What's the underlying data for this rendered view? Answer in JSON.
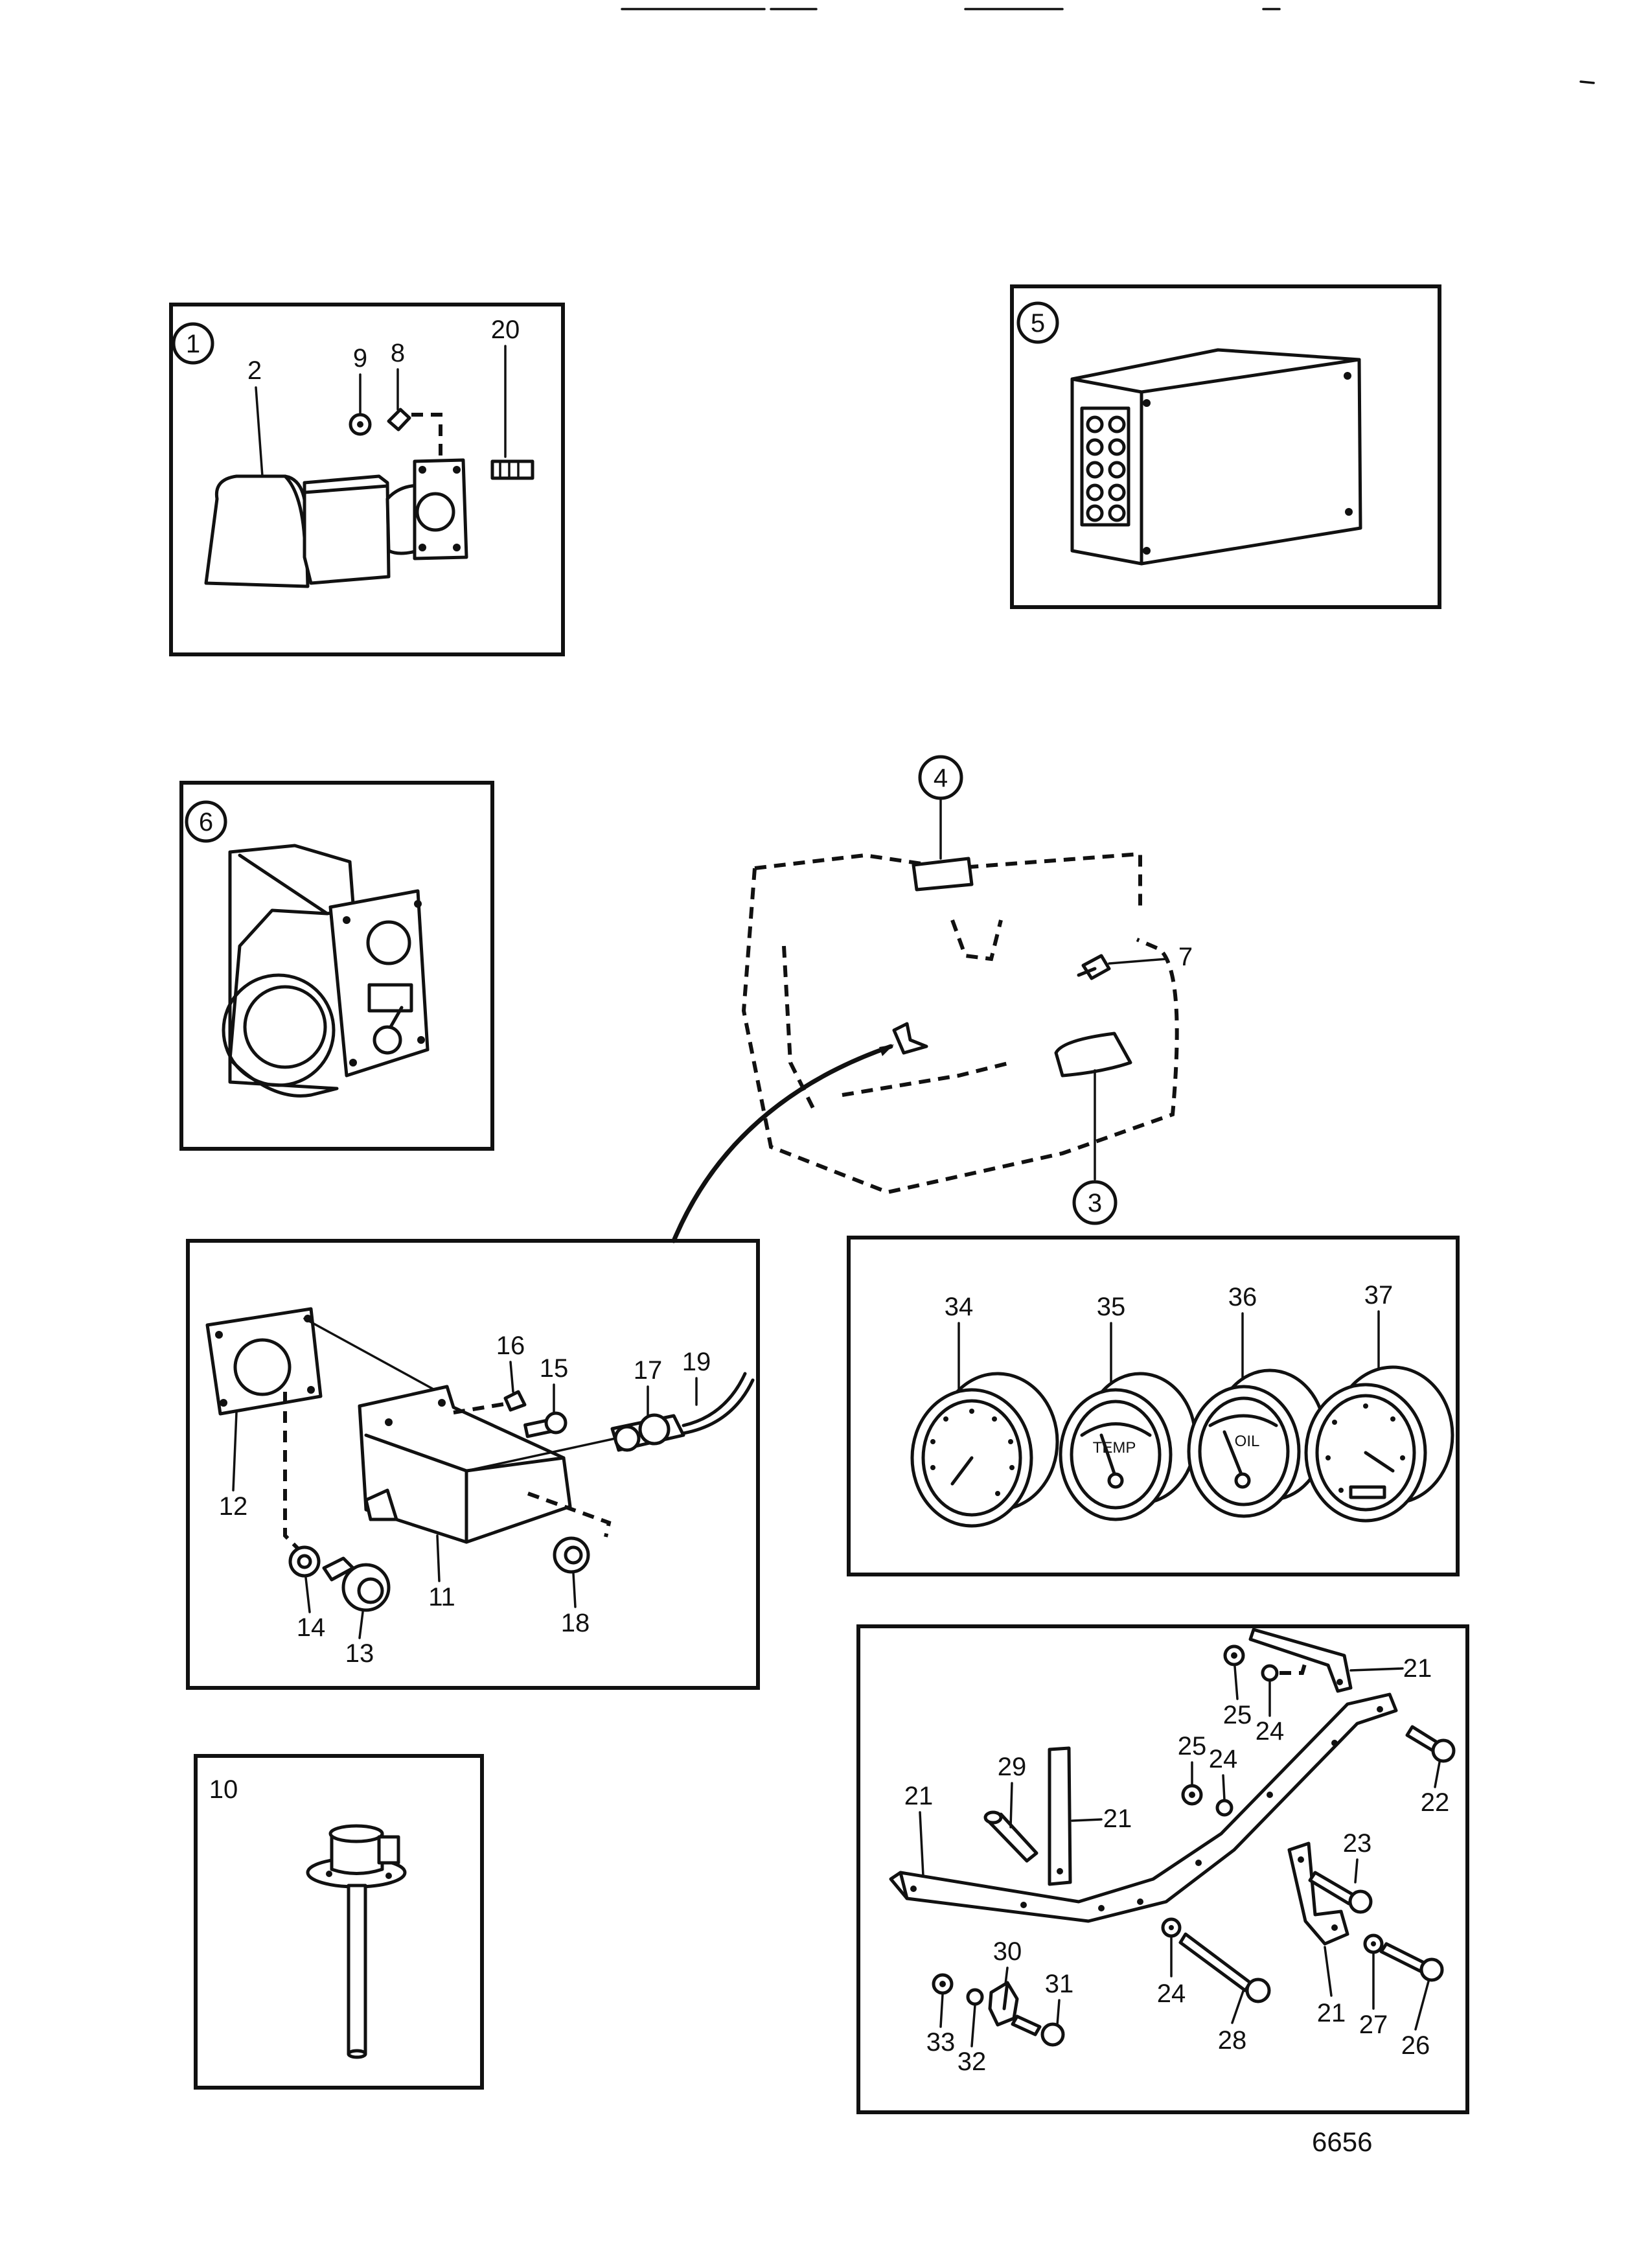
{
  "drawing_number": "6656",
  "callouts": {
    "c1": "1",
    "c2": "2",
    "c3": "3",
    "c4": "4",
    "c5": "5",
    "c6": "6",
    "c7": "7",
    "c8": "8",
    "c9": "9",
    "c10": "10",
    "c11": "11",
    "c12": "12",
    "c13": "13",
    "c14": "14",
    "c15": "15",
    "c16": "16",
    "c17": "17",
    "c18": "18",
    "c19": "19",
    "c20": "20",
    "c21": "21",
    "c22": "22",
    "c23": "23",
    "c24": "24",
    "c25": "25",
    "c26": "26",
    "c27": "27",
    "c28": "28",
    "c29": "29",
    "c30": "30",
    "c31": "31",
    "c32": "32",
    "c33": "33",
    "c34": "34",
    "c35": "35",
    "c36": "36",
    "c37": "37"
  },
  "gauge_faces": {
    "temp": "TEMP",
    "oil": "OIL"
  }
}
